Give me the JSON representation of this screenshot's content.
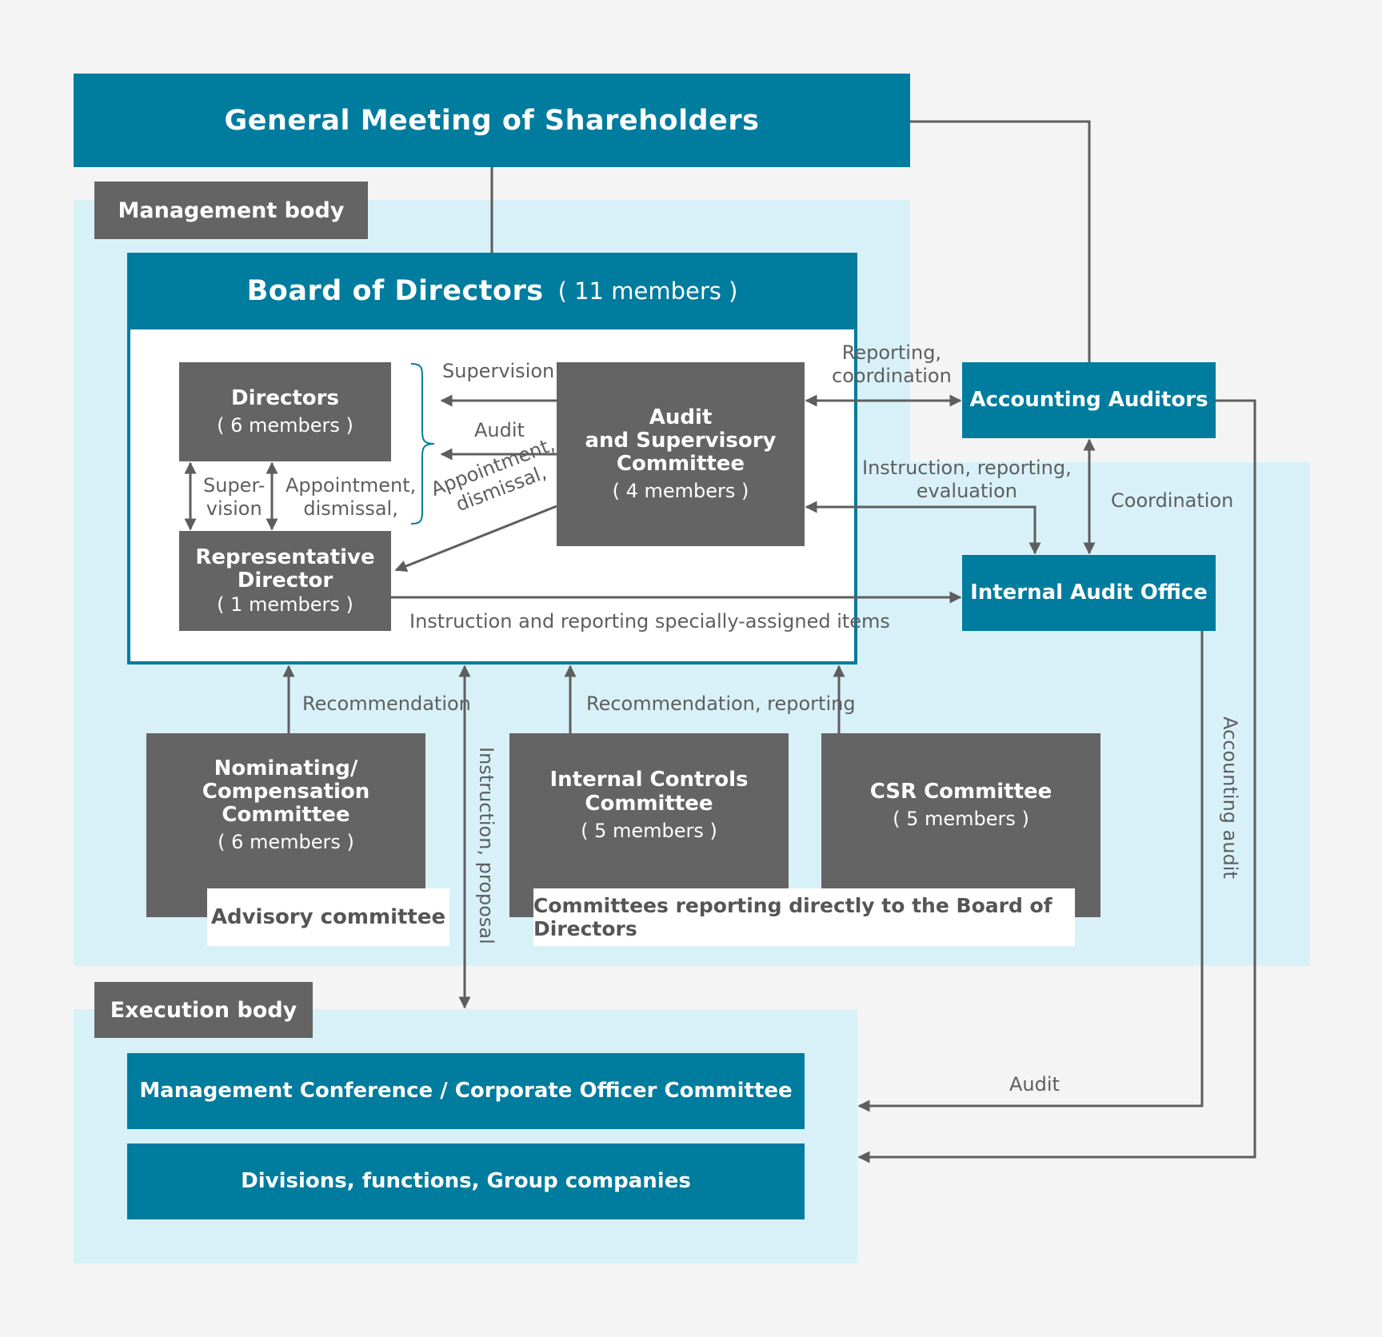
{
  "colors": {
    "teal": "#007c9e",
    "gray": "#646464",
    "zone": "#d8f1f8",
    "line": "#5e5e5e"
  },
  "top": {
    "shareholders": "General Meeting of Shareholders"
  },
  "management": {
    "tag": "Management body",
    "board_title": "Board of Directors",
    "board_members": "( 11 members )",
    "directors": {
      "title": "Directors",
      "members": "( 6 members )"
    },
    "rep": {
      "title_line1": "Representative",
      "title_line2": "Director",
      "members": "( 1 members )"
    },
    "audit": {
      "line1": "Audit",
      "line2": "and Supervisory",
      "line3": "Committee",
      "members": "( 4 members )"
    },
    "nominating": {
      "line1": "Nominating/",
      "line2": "Compensation",
      "line3": "Committee",
      "members": "( 6 members )"
    },
    "internal_controls": {
      "line1": "Internal Controls",
      "line2": "Committee",
      "members": "( 5 members )"
    },
    "csr": {
      "title": "CSR Committee",
      "members": "( 5 members )"
    },
    "advisory_tag": "Advisory committee",
    "reporting_tag": "Committees reporting directly to the Board of Directors"
  },
  "right": {
    "accounting_auditors": "Accounting Auditors",
    "internal_audit_office": "Internal Audit Office"
  },
  "execution": {
    "tag": "Execution body",
    "conference": "Management Conference / Corporate Officer Committee",
    "divisions": "Divisions, functions, Group companies"
  },
  "labels": {
    "supervision": "Supervision",
    "audit": "Audit",
    "appointment_diag_1": "Appointment,",
    "appointment_diag_2": "dismissal,",
    "super_1": "Super-",
    "super_2": "vision",
    "appoint_1": "Appointment,",
    "appoint_2": "dismissal,",
    "reporting_coord_1": "Reporting,",
    "reporting_coord_2": "coordination",
    "irev_1": "Instruction, reporting,",
    "irev_2": "evaluation",
    "coordination": "Coordination",
    "special_items": "Instruction and reporting specially-assigned items",
    "recommendation": "Recommendation",
    "recommendation_reporting": "Recommendation, reporting",
    "instruction_proposal": "Instruction, proposal",
    "accounting_audit": "Accounting audit",
    "audit_bottom": "Audit"
  }
}
